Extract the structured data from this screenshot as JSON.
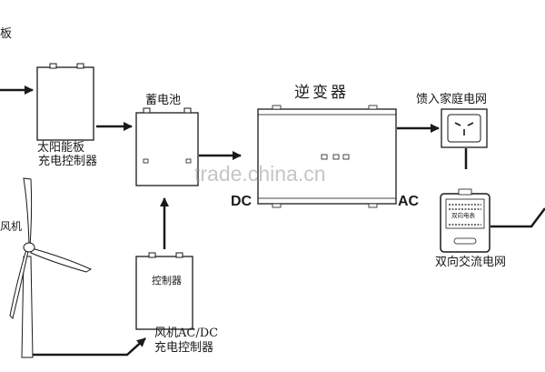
{
  "labels": {
    "panel_top": "板",
    "solar_controller_line1": "太阳能板",
    "solar_controller_line2": "充电控制器",
    "battery": "蓄电池",
    "inverter": "逆变器",
    "dc": "DC",
    "ac": "AC",
    "grid_feed": "馈入家庭电网",
    "wind_turbine": "风机",
    "controller_box": "控制器",
    "wind_controller_line1": "风机AC/DC",
    "wind_controller_line2": "充电控制器",
    "meter_display": "双向电表",
    "bidirectional_grid": "双向交流电网"
  },
  "watermark": "trade.china.cn",
  "colors": {
    "line": "#1a1a1a",
    "watermark": "#999999",
    "background": "#ffffff"
  }
}
